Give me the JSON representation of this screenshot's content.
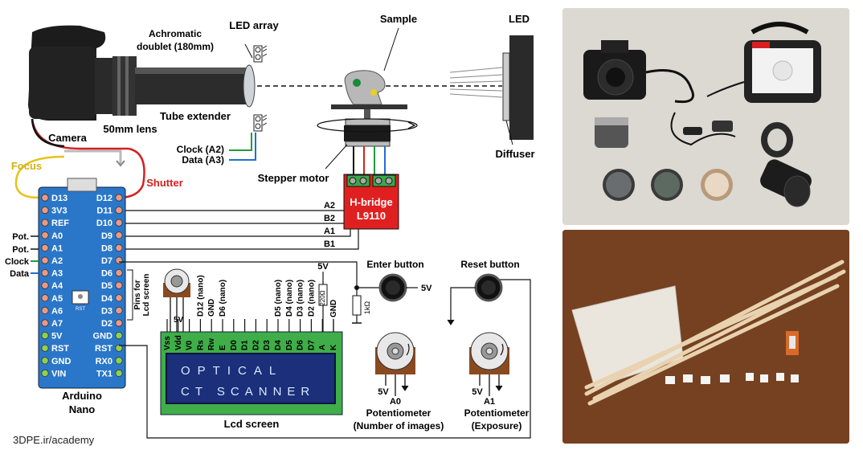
{
  "labels": {
    "camera": "Camera",
    "lens": "50mm lens",
    "doublet_line1": "Achromatic",
    "doublet_line2": "doublet (180mm)",
    "tube_extender": "Tube extender",
    "led_array": "LED array",
    "sample": "Sample",
    "led": "LED",
    "diffuser": "Diffuser",
    "stepper_motor": "Stepper motor",
    "clock_a2": "Clock (A2)",
    "data_a3": "Data (A3)",
    "focus": "Focus",
    "shutter": "Shutter",
    "hbridge_line1": "H-bridge",
    "hbridge_line2": "L9110",
    "arduino_line1": "Arduino",
    "arduino_line2": "Nano",
    "pins_for_lcd_line1": "Pins for",
    "pins_for_lcd_line2": "Lcd screen",
    "enter_button": "Enter button",
    "reset_button": "Reset button",
    "lcd_screen": "Lcd screen",
    "lcd_text_line1": "OPTICAL",
    "lcd_text_line2": "CT SCANNER",
    "pot_a0_pin": "A0",
    "pot_a0_name": "Potentiometer",
    "pot_a0_desc": "(Number of images)",
    "pot_a1_pin": "A1",
    "pot_a1_name": "Potentiometer",
    "pot_a1_desc": "(Exposure)",
    "five_v": "5V",
    "gnd": "GND",
    "resistor_220": "220Ω",
    "resistor_1k": "1kΩ",
    "rst_button": "RST",
    "ext_pot1": "Pot.",
    "ext_pot2": "Pot.",
    "ext_clock": "Clock",
    "ext_data": "Data"
  },
  "hbridge_signals": [
    "A2",
    "B2",
    "A1",
    "B1"
  ],
  "arduino_pins_left": [
    "D13",
    "3V3",
    "REF",
    "A0",
    "A1",
    "A2",
    "A3",
    "A4",
    "A5",
    "A6",
    "A7",
    "5V",
    "RST",
    "GND",
    "VIN"
  ],
  "arduino_pins_right": [
    "D12",
    "D11",
    "D10",
    "D9",
    "D8",
    "D7",
    "D6",
    "D5",
    "D4",
    "D3",
    "D2",
    "GND",
    "RST",
    "RX0",
    "TX1"
  ],
  "lcd_pins": [
    "Vss",
    "Vdd",
    "V0",
    "Rs",
    "Rw",
    "E",
    "D0",
    "D1",
    "D2",
    "D3",
    "D4",
    "D5",
    "D6",
    "D7",
    "A",
    "K"
  ],
  "lcd_pin_connections": [
    "",
    "",
    "",
    "D12 (nano)",
    "GND",
    "D6 (nano)",
    "",
    "",
    "",
    "",
    "D5 (nano)",
    "D4 (nano)",
    "D3 (nano)",
    "D2 (nano)",
    "5V",
    "GND"
  ],
  "watermark": "3DPE.ir/academy",
  "colors": {
    "hbridge": "#e02020",
    "terminal": "#3aa84a",
    "lcd_board": "#3fae49",
    "lcd_screen": "#1b2f7a",
    "arduino": "#2a77c9",
    "focus_wire": "#e8c21a",
    "shutter_wire": "#d62020",
    "clock_wire": "#1f9e3c",
    "data_wire": "#1f6fd0",
    "pot_body": "#8a4a20"
  }
}
